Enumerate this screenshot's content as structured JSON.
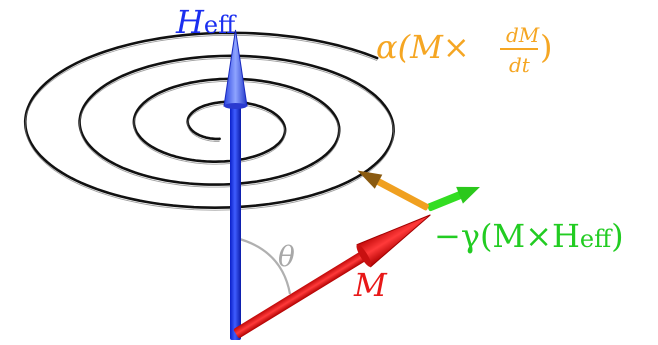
{
  "labels": {
    "heff": {
      "base": "H",
      "sub": "eff"
    },
    "damping": {
      "prefix": "α(M×",
      "num": "dM",
      "den": "dt",
      "suffix": ")"
    },
    "precession": {
      "prefix": "−γ(M×H",
      "sub": "eff",
      "suffix": ")"
    },
    "theta": "θ",
    "m": "M"
  },
  "colors": {
    "heff_arrow": "#1f3fff",
    "m_arrow": "#ee1c1c",
    "precession_arrow": "#33dd22",
    "damping_arrow": "#f0a020",
    "spiral": "#111111",
    "theta_arc": "#b0b0b0",
    "heff_label": "#1a2ef0",
    "damping_label": "#f5a623",
    "precession_label": "#22cc22",
    "m_label": "#e81818",
    "theta_label": "#a8a8a8"
  },
  "spiral": {
    "turns": 3.6
  }
}
